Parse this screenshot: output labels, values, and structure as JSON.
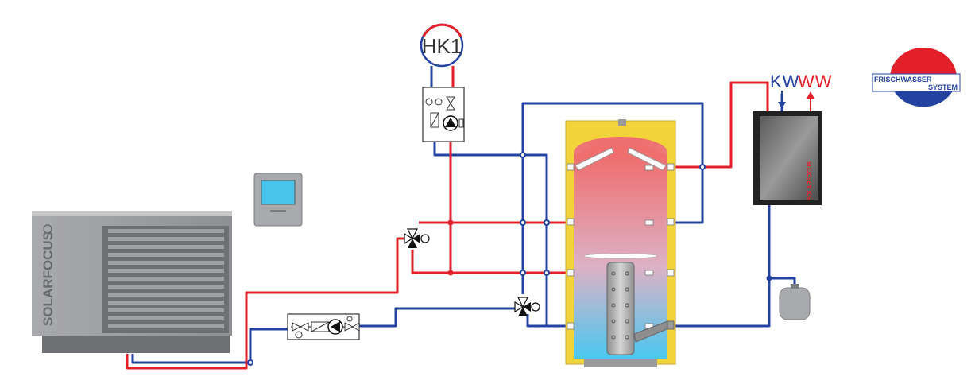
{
  "heating_circuit": {
    "label": "HK1"
  },
  "hot_water": {
    "cold_label": "KW",
    "warm_label": "WW"
  },
  "logo": {
    "line1": "FRISCHWASSER",
    "line2": "SYSTEM"
  },
  "heat_pump": {
    "brand": "SOLARFOCUS"
  },
  "freshwater_station": {
    "brand": "SOLARFOCUS"
  },
  "colors": {
    "supply": "#e3202a",
    "return": "#2443a0",
    "tank_insulation": "#f2d43a"
  }
}
